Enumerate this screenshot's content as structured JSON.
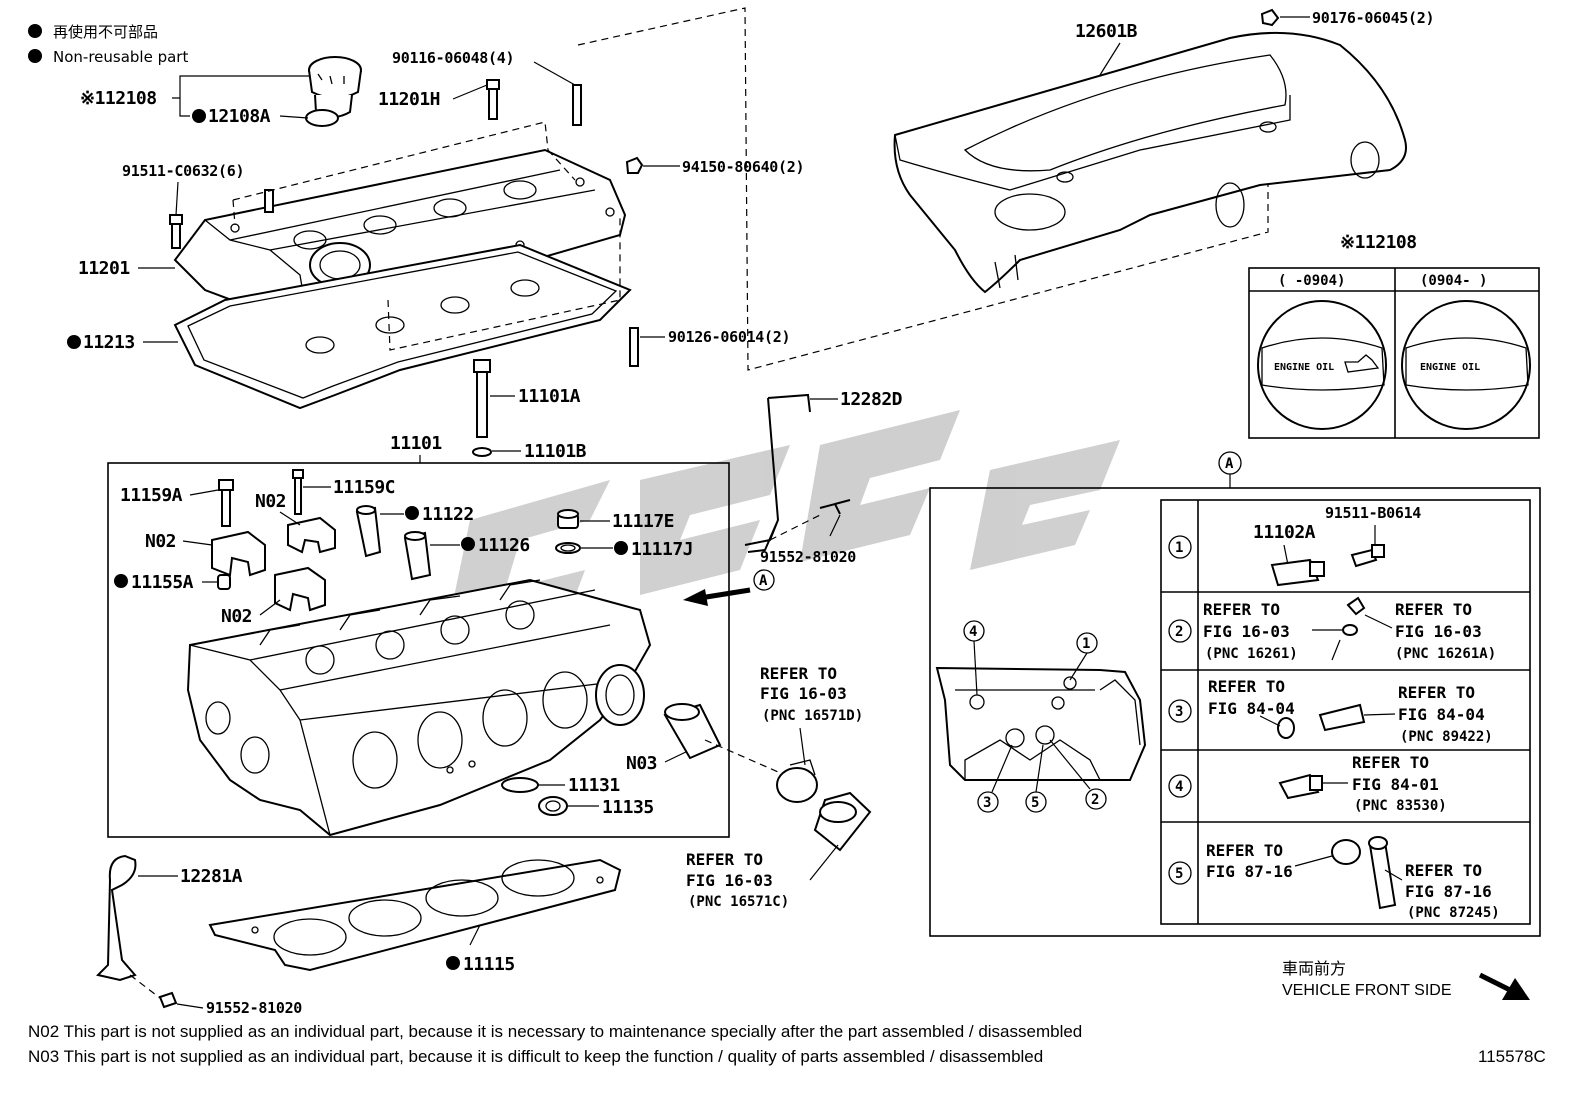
{
  "legend": {
    "jp": "再使用不可部品",
    "en": "Non-reusable part"
  },
  "labels": {
    "p12108": "※112108",
    "p12108A": "12108A",
    "p90116": "90116-06048(4)",
    "p11201H": "11201H",
    "p91511C": "91511-C0632(6)",
    "p94150": "94150-80640(2)",
    "p11201": "11201",
    "p11213": "11213",
    "p90126": "90126-06014(2)",
    "p11101A": "11101A",
    "p11101B": "11101B",
    "p11101": "11101",
    "p12601B": "12601B",
    "p90176": "90176-06045(2)",
    "p12282D": "12282D",
    "p91552a": "91552-81020",
    "p11159A": "11159A",
    "p11159C": "11159C",
    "n02a": "N02",
    "n02b": "N02",
    "n02c": "N02",
    "p11122": "11122",
    "p11126": "11126",
    "p11117E": "11117E",
    "p11117J": "11117J",
    "p11155A": "11155A",
    "n03": "N03",
    "p11131": "11131",
    "p11135": "11135",
    "p12281A": "12281A",
    "p11115": "11115",
    "p91552b": "91552-81020",
    "viewA": "A",
    "viewA2": "A",
    "dgm_id": "115578C"
  },
  "refs": {
    "r1_l1": "REFER TO",
    "r1_l2": "FIG 16-03",
    "r1_l3": "(PNC 16571D)",
    "r2_l1": "REFER TO",
    "r2_l2": "FIG 16-03",
    "r2_l3": "(PNC 16571C)"
  },
  "inset_cap": {
    "title": "※112108",
    "col1": "(    -0904)",
    "col2": "(0904-     )",
    "cap_text1": "ENGINE OIL",
    "cap_text2": "ENGINE OIL"
  },
  "detail_a": {
    "rows": [
      {
        "num": "1",
        "part": "11102A",
        "bolt": "91511-B0614"
      },
      {
        "num": "2",
        "left_l1": "REFER TO",
        "left_l2": "FIG 16-03",
        "left_l3": "(PNC 16261)",
        "right_l1": "REFER TO",
        "right_l2": "FIG 16-03",
        "right_l3": "(PNC 16261A)"
      },
      {
        "num": "3",
        "left_l1": "REFER TO",
        "left_l2": "FIG 84-04",
        "right_l1": "REFER TO",
        "right_l2": "FIG 84-04",
        "right_l3": "(PNC 89422)"
      },
      {
        "num": "4",
        "right_l1": "REFER TO",
        "right_l2": "FIG 84-01",
        "right_l3": "(PNC 83530)"
      },
      {
        "num": "5",
        "left_l1": "REFER TO",
        "left_l2": "FIG 87-16",
        "right_l1": "REFER TO",
        "right_l2": "FIG 87-16",
        "right_l3": "(PNC 87245)"
      }
    ],
    "callouts": [
      "1",
      "2",
      "3",
      "4",
      "5"
    ]
  },
  "front": {
    "jp": "車両前方",
    "en": "VEHICLE FRONT SIDE"
  },
  "notes": {
    "n02": "N02  This part is not supplied as an individual part, because it is necessary to maintenance specially after the part assembled / disassembled",
    "n03": "N03  This part is not supplied as an individual part, because it is difficult to keep the function / quality of parts  assembled / disassembled"
  }
}
